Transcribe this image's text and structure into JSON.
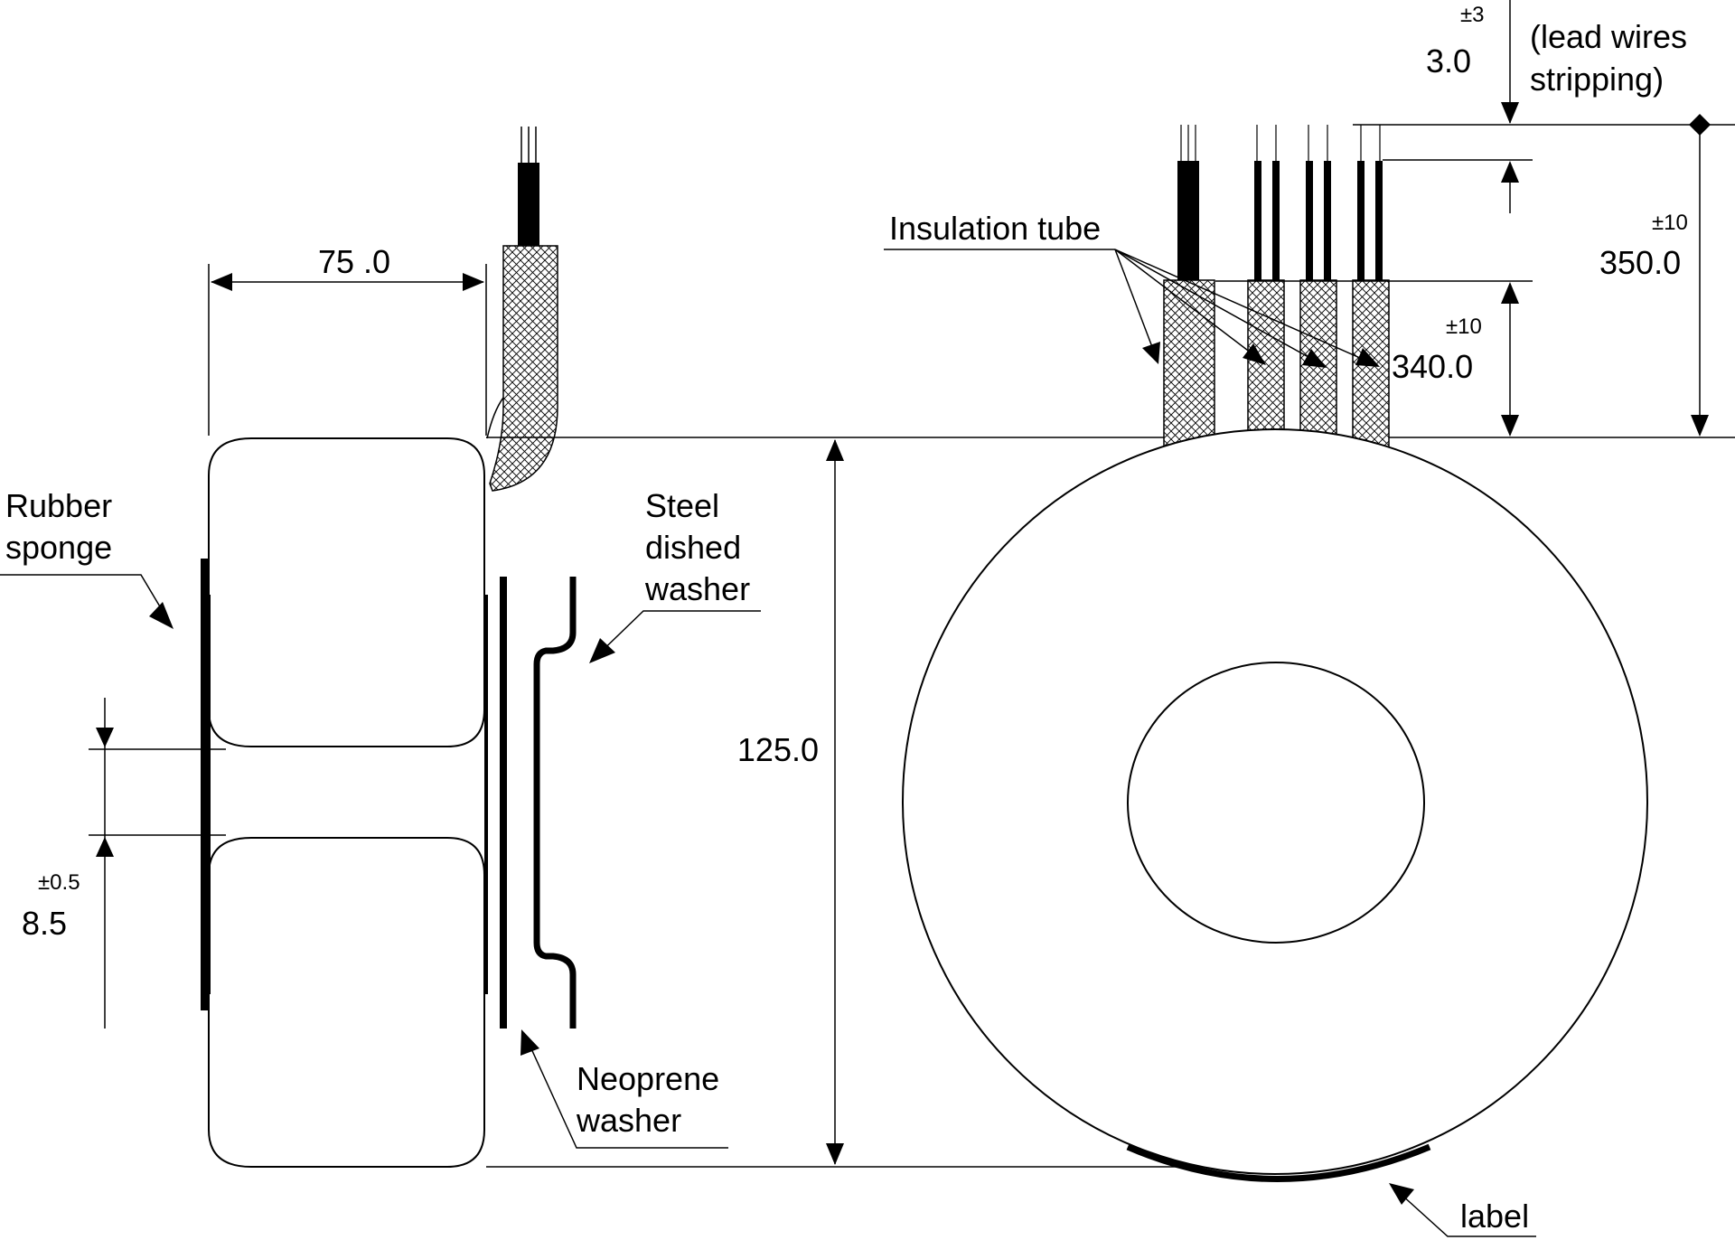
{
  "labels": {
    "rubber_sponge": [
      "Rubber",
      "sponge"
    ],
    "steel_dished_washer": [
      "Steel",
      "dished",
      "washer"
    ],
    "neoprene_washer": [
      "Neoprene",
      "washer"
    ],
    "insulation_tube": "Insulation tube",
    "label": "label",
    "lead_wires_stripping": [
      "(lead wires",
      "stripping)"
    ]
  },
  "dimensions": {
    "width": {
      "value": "75 .0"
    },
    "height": {
      "value": "125.0"
    },
    "gap": {
      "value": "8.5",
      "tolerance": "±0.5"
    },
    "lead_total": {
      "value": "350.0",
      "tolerance": "±10"
    },
    "tube_length": {
      "value": "340.0",
      "tolerance": "±10"
    },
    "stripping": {
      "value": "3.0",
      "tolerance": "±3"
    }
  },
  "colors": {
    "line": "#000000",
    "background": "#ffffff"
  }
}
